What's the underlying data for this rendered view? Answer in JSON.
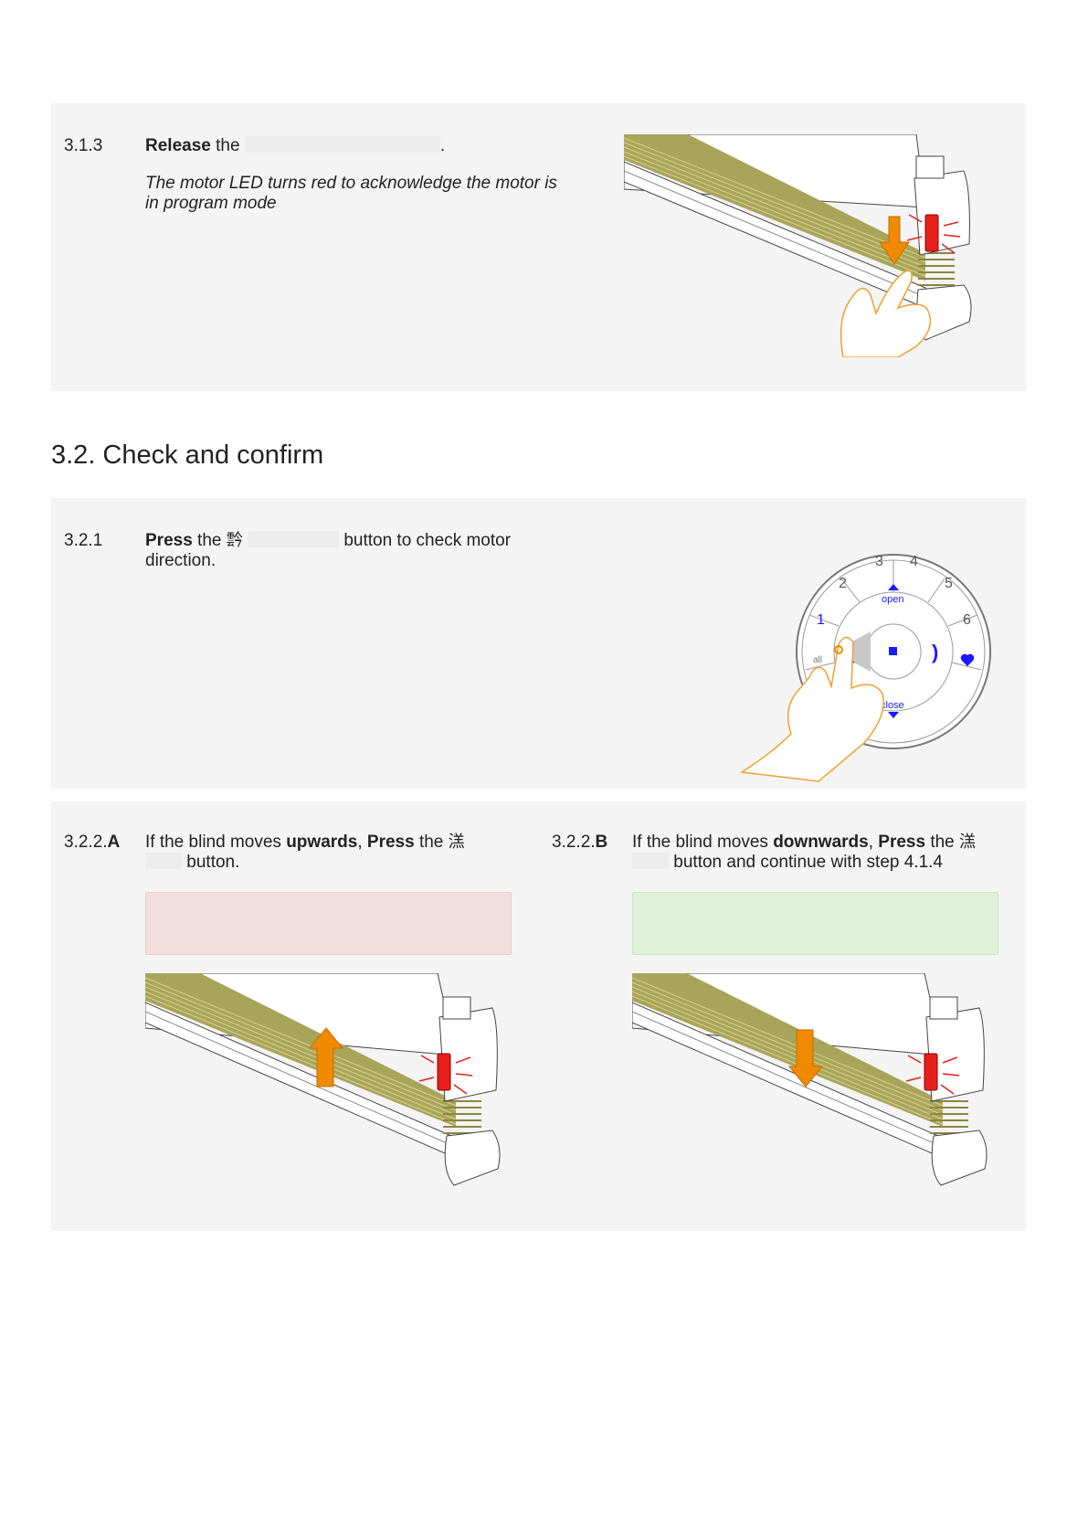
{
  "step_313": {
    "number": "3.1.3",
    "verb": "Release",
    "the": " the ",
    "period": ".",
    "note": "The motor LED turns red to acknowledge the motor is in program mode"
  },
  "section": {
    "title": "3.2. Check and confirm"
  },
  "step_321": {
    "number": "3.2.1",
    "verb": "Press",
    "the": " the ",
    "icon_glyph": "霒",
    "text_after": " button to check motor",
    "text_line2": "direction.",
    "remote": {
      "labels": [
        "1",
        "2",
        "3",
        "4",
        "5",
        "6",
        "all",
        "open",
        "close"
      ]
    }
  },
  "step_322a": {
    "number_prefix": "3.2.2.",
    "number_letter": "A",
    "text_1": "If the blind moves ",
    "bold_1": "upwards",
    "comma": ", ",
    "bold_2": "Press",
    "text_2": " the ",
    "icon_glyph": "溔",
    "text_line2": " button."
  },
  "step_322b": {
    "number_prefix": "3.2.2.",
    "number_letter": "B",
    "text_1": "If the blind moves ",
    "bold_1": "downwards",
    "comma": ", ",
    "bold_2": "Press",
    "text_2": " the ",
    "icon_glyph": "溔",
    "text_line2": " button and continue with step 4.1.4"
  },
  "colors": {
    "panel_bg": "#f4f4f4",
    "fabric": "#a8a45a",
    "arrow": "#f08a00",
    "led": "#e8201c",
    "remote_blue": "#1a1aff",
    "warn_box": "#f2dede",
    "ok_box": "#dff0d8"
  }
}
